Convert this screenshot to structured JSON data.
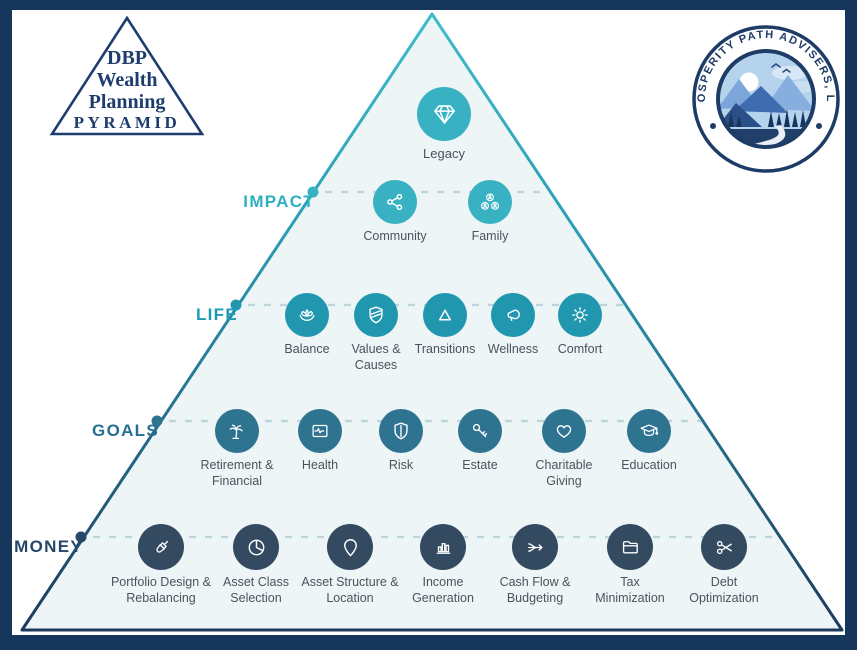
{
  "brand_triangle": {
    "line1": "DBP",
    "line2": "Wealth",
    "line3": "Planning",
    "line4": "PYRAMID"
  },
  "logo": {
    "ring_text": "PROSPERITY PATH ADVISERS, LLC"
  },
  "colors": {
    "frame": "#17365c",
    "pyramid_fill": "#edf5f6",
    "edge_top": "#3fbccb",
    "edge_bottom": "#1d3a5e",
    "dashed_line": "#bcd4dc",
    "impact": "#38b2c3",
    "life": "#2097af",
    "goals": "#2e7491",
    "money": "#334a60",
    "money_label": "#24476b",
    "item_text": "#49545d",
    "navy_brand": "#1e3d6e"
  },
  "pyramid": {
    "apex": {
      "label": "Legacy",
      "icon": "gem-icon"
    },
    "rows": [
      {
        "label": "IMPACT",
        "items": [
          {
            "label": "Community",
            "icon": "share-icon"
          },
          {
            "label": "Family",
            "icon": "family-icon"
          }
        ]
      },
      {
        "label": "LIFE",
        "items": [
          {
            "label": "Balance",
            "icon": "lotus-icon"
          },
          {
            "label": "Values & Causes",
            "icon": "shield-stripes-icon"
          },
          {
            "label": "Transitions",
            "icon": "triangle-icon"
          },
          {
            "label": "Wellness",
            "icon": "megaphone-icon"
          },
          {
            "label": "Comfort",
            "icon": "sun-icon"
          }
        ]
      },
      {
        "label": "GOALS",
        "items": [
          {
            "label": "Retirement & Financial",
            "icon": "palm-tree-icon"
          },
          {
            "label": "Health",
            "icon": "heartbeat-monitor-icon"
          },
          {
            "label": "Risk",
            "icon": "shield-icon"
          },
          {
            "label": "Estate",
            "icon": "key-icon"
          },
          {
            "label": "Charitable Giving",
            "icon": "heart-icon"
          },
          {
            "label": "Education",
            "icon": "graduation-cap-icon"
          }
        ]
      },
      {
        "label": "MONEY",
        "items": [
          {
            "label": "Portfolio Design & Rebalancing",
            "icon": "paint-brush-icon"
          },
          {
            "label": "Asset Class Selection",
            "icon": "pie-chart-icon"
          },
          {
            "label": "Asset Structure & Location",
            "icon": "map-pin-icon"
          },
          {
            "label": "Income Generation",
            "icon": "bar-chart-icon"
          },
          {
            "label": "Cash Flow & Budgeting",
            "icon": "merge-arrow-icon"
          },
          {
            "label": "Tax Minimization",
            "icon": "folder-icon"
          },
          {
            "label": "Debt Optimization",
            "icon": "scissors-icon"
          }
        ]
      }
    ]
  }
}
